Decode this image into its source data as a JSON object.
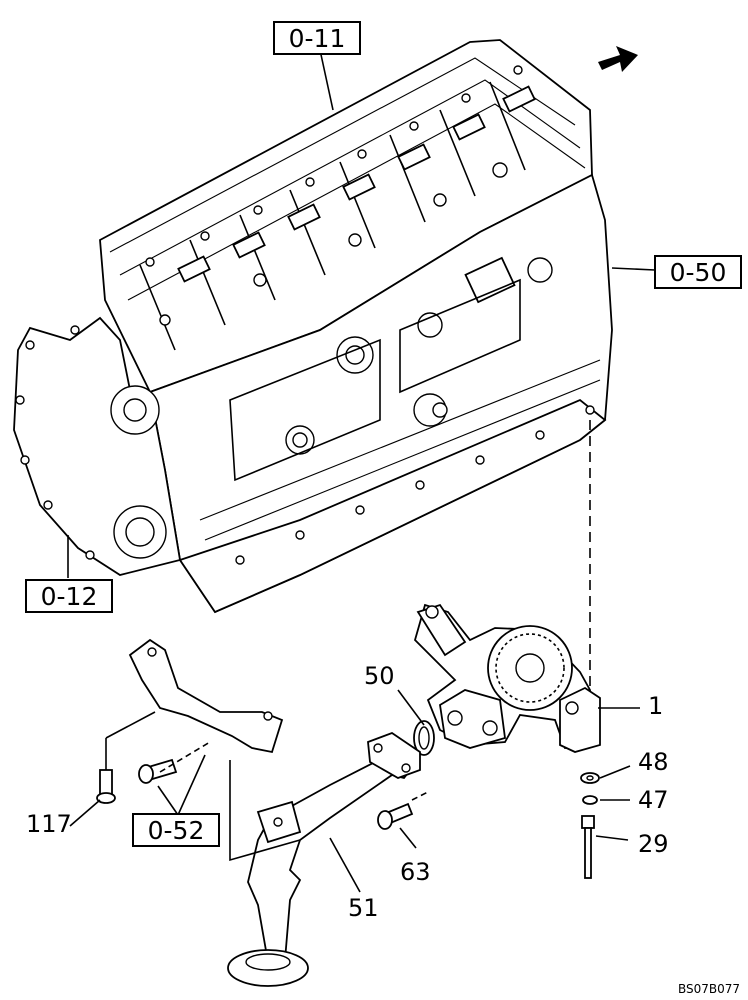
{
  "drawing_code": "BS07B077",
  "reference_boxes": {
    "top_cover": "0-11",
    "right_pipe": "0-50",
    "front_cover": "0-12",
    "bracket": "0-52"
  },
  "callouts": {
    "oil_pump": "1",
    "o_ring": "50",
    "suction_pipe": "51",
    "washer": "48",
    "lock_washer": "47",
    "long_bolt": "29",
    "pipe_bolt": "63",
    "bracket_bolt": "117"
  },
  "icons": {
    "direction": "front-arrow-icon"
  }
}
